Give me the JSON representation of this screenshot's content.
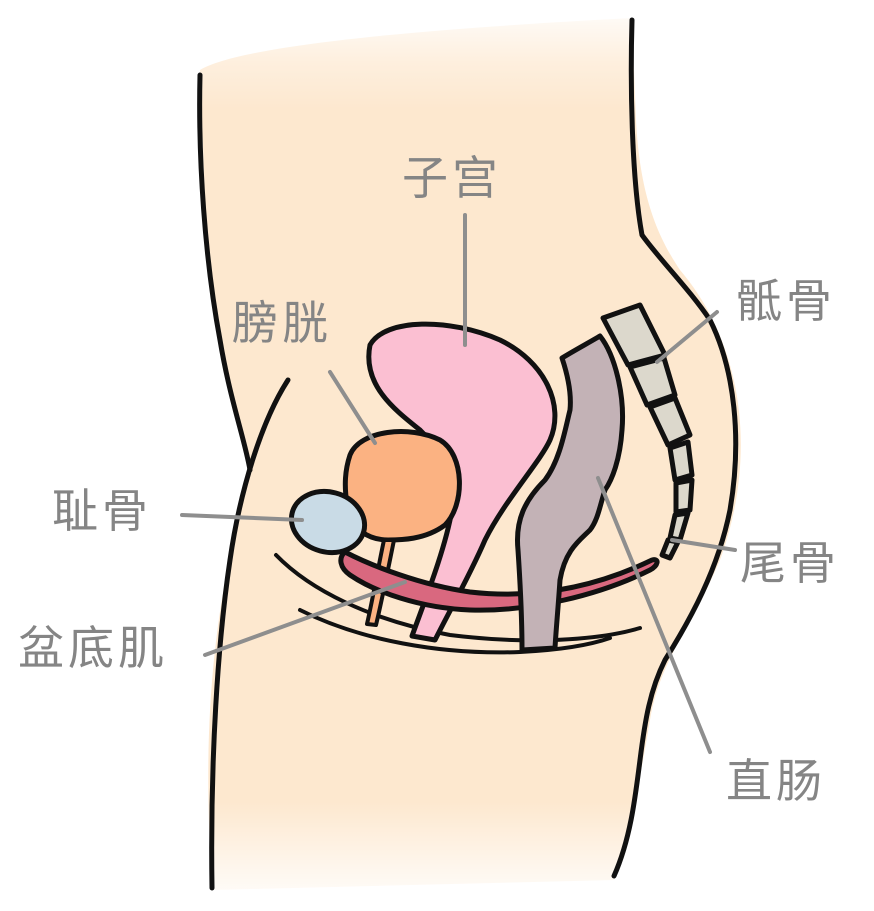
{
  "diagram": {
    "subject": "Female pelvis sagittal section",
    "labels": {
      "uterus": "子宫",
      "bladder": "膀胱",
      "sacrum": "骶骨",
      "pubic_bone": "耻骨",
      "pelvic_floor_muscle": "盆底肌",
      "coccyx": "尾骨",
      "rectum": "直肠"
    },
    "colors": {
      "skin": "#fde8cf",
      "uterus": "#fbbfd2",
      "bladder": "#fbb282",
      "pubic_bone": "#c9dbe6",
      "pelvic_floor_muscle": "#d9687f",
      "rectum": "#c3b2b6",
      "spine_bone": "#dcd8cc",
      "outline": "#111111",
      "label_text": "#858585",
      "leader_line": "#8e8e8e"
    }
  }
}
